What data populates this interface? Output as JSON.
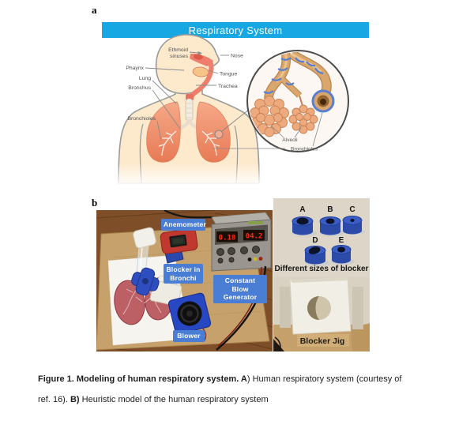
{
  "panel_a": {
    "label": "a",
    "banner": {
      "text": "Respiratory System",
      "bg": "#17a8e3",
      "fg": "#ffffff"
    },
    "anatomy_labels": {
      "ethmoid_line1": "Ethmoid",
      "ethmoid_line2": "sinuses",
      "nose": "Nose",
      "pharynx": "Phaynx",
      "tongue": "Tongue",
      "lung": "Lung",
      "trachea": "Trachea",
      "bronchus": "Bronchus",
      "bronchioles": "Bronchioles"
    },
    "inset_labels": {
      "alveoli": "Alveoli",
      "bronchioles": "Bronchioles"
    }
  },
  "panel_b": {
    "label": "b",
    "left_photo": {
      "anemometer_label": "Anemometer",
      "blocker_label_line1": "Blocker in",
      "blocker_label_line2": "Bronchi",
      "generator_label_line1": "Constant Blow",
      "generator_label_line2": "Generator",
      "blower_label": "Blower",
      "psu_display_left": "0.18",
      "psu_display_right": "04.2",
      "label_bg": "#4a7dd4",
      "led_color": "#ff2b18"
    },
    "right_photo": {
      "blocker_letters": [
        "A",
        "B",
        "C",
        "D",
        "E"
      ],
      "sizes_caption": "Different sizes of blocker",
      "jig_caption": "Blocker Jig",
      "blocker_color": "#2c4aa8"
    }
  },
  "caption": {
    "line1_bold": "Figure 1. Modeling of human respiratory system. A",
    "line1_rest": ") Human respiratory system (courtesy of",
    "line2_start": "ref. 16). ",
    "line2_bold": "B)",
    "line2_rest": " Heuristic model of the human respiratory system"
  }
}
